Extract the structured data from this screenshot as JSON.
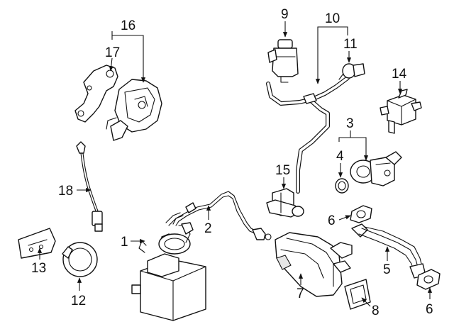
{
  "callouts": {
    "c1": "1",
    "c2": "2",
    "c3": "3",
    "c4": "4",
    "c5": "5",
    "c6a": "6",
    "c6b": "6",
    "c7": "7",
    "c8": "8",
    "c9": "9",
    "c10": "10",
    "c11": "11",
    "c12": "12",
    "c13": "13",
    "c14": "14",
    "c15": "15",
    "c16": "16",
    "c17": "17",
    "c18": "18"
  },
  "colors": {
    "line": "#111111",
    "fill": "#ffffff",
    "shade": "#e6e6e6"
  }
}
